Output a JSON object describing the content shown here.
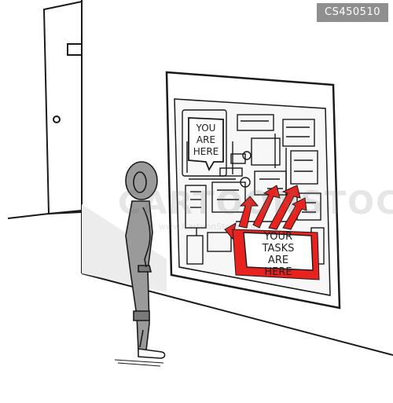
{
  "badge": {
    "cartoon_id": "CS450510"
  },
  "watermark": {
    "brand": "CARTOONSTOCK",
    "url": "www.CartoonStock.com"
  },
  "callouts": {
    "you_are_here": [
      "YOU",
      "ARE",
      "HERE"
    ],
    "your_tasks_are_here": [
      "YOUR TASKS",
      "ARE",
      "HERE"
    ]
  },
  "colors": {
    "ink": "#1a1a1a",
    "figure_gray": "#9a9a9a",
    "accent_red": "#e8231f",
    "wall_gray": "#f2f2f2"
  }
}
